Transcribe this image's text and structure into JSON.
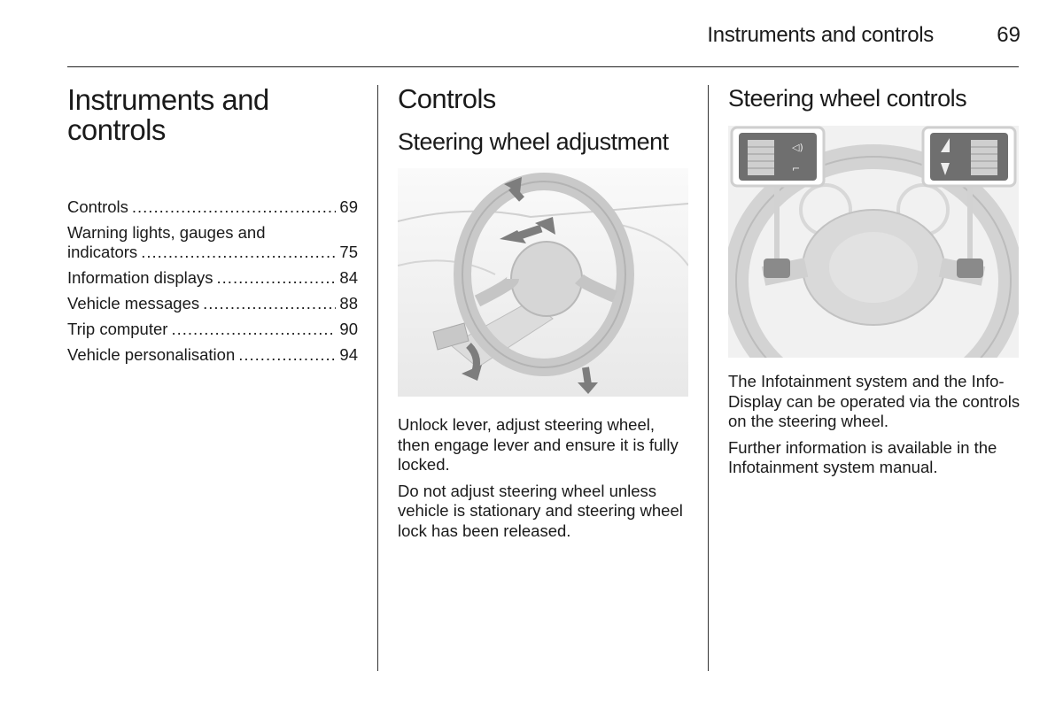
{
  "header": {
    "title": "Instruments and controls",
    "page_number": "69"
  },
  "chapter_title": "Instruments and controls",
  "toc": [
    {
      "label": "Controls",
      "page": "69"
    },
    {
      "label": "Warning lights, gauges and indicators",
      "label_line1": "Warning lights, gauges and",
      "label_line2": "indicators",
      "page": "75"
    },
    {
      "label": "Information displays",
      "page": "84"
    },
    {
      "label": "Vehicle messages",
      "page": "88"
    },
    {
      "label": "Trip computer",
      "page": "90"
    },
    {
      "label": "Vehicle personalisation",
      "page": "94"
    }
  ],
  "controls": {
    "heading": "Controls",
    "subheading": "Steering wheel adjustment",
    "paragraphs": [
      "Unlock lever, adjust steering wheel, then engage lever and ensure it is fully locked.",
      "Do not adjust steering wheel unless vehicle is stationary and steering wheel lock has been released."
    ]
  },
  "steering_controls": {
    "heading": "Steering wheel controls",
    "paragraphs": [
      "The Infotainment system and the Info-Display can be operated via the controls on the steering wheel.",
      "Further information is available in the Infotainment system manual."
    ]
  }
}
